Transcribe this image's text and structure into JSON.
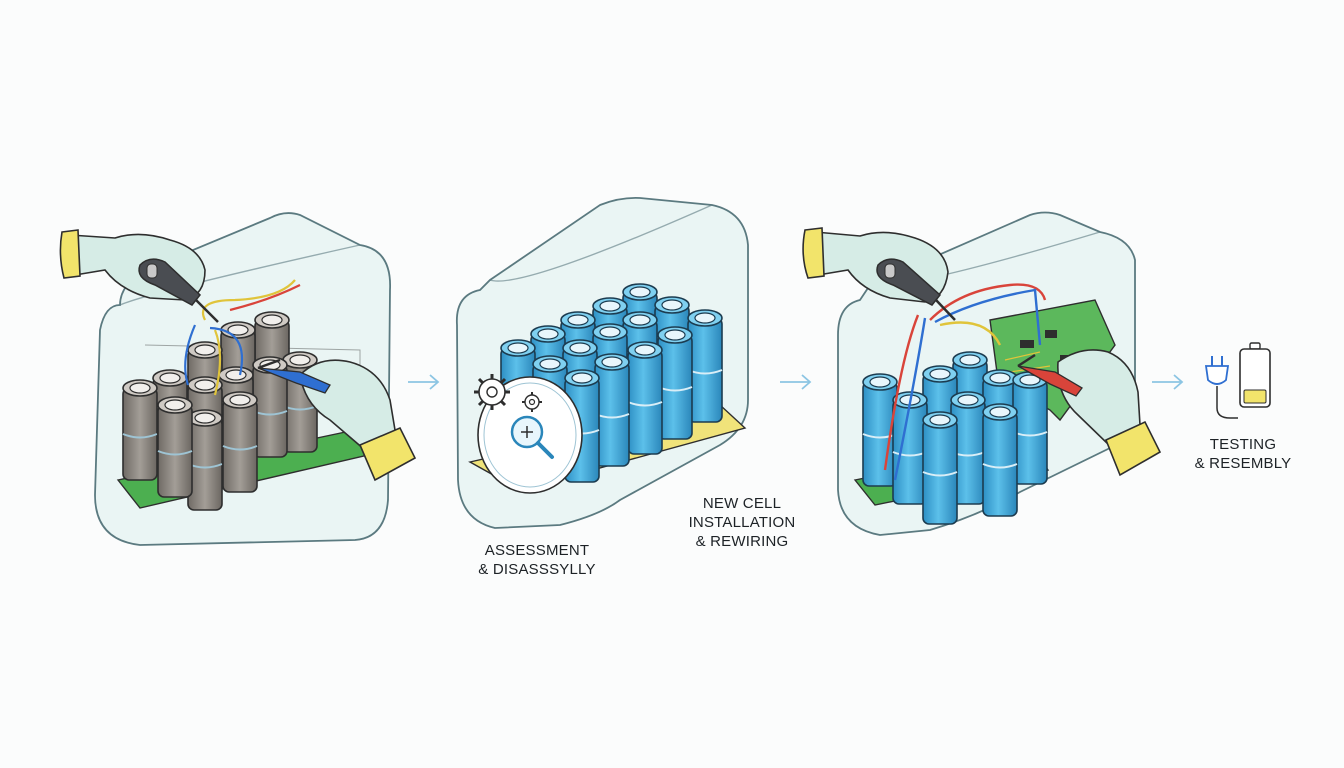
{
  "steps": [
    {
      "label_lines": [
        "ASSESSMENT",
        "& DISASSSYLLY"
      ]
    },
    {
      "label_lines": [
        "NEW CELL",
        "INSTALLATION",
        "& REWIRING"
      ]
    },
    {
      "label_lines": [
        "TESTING",
        "& RESEMBLY"
      ]
    }
  ],
  "icons": {
    "step1": [
      "gloved-hand-icon",
      "soldering-iron-icon",
      "pliers-icon",
      "old-battery-cells-icon"
    ],
    "step2": [
      "new-battery-cells-icon",
      "gear-icon",
      "magnifier-icon"
    ],
    "step3": [
      "gloved-hand-icon",
      "soldering-iron-icon",
      "pliers-icon",
      "circuit-board-icon"
    ],
    "step4": [
      "plug-icon",
      "battery-level-icon"
    ],
    "arrows": "arrow-right-icon"
  },
  "colors": {
    "casing_fill": "#e6f3f2",
    "casing_stroke": "#5b7a80",
    "old_cell": "#8f8a84",
    "new_cell": "#3fa9d8",
    "circuit_board": "#4caf50",
    "glove": "#d6ece6",
    "cuff": "#f2e46b",
    "arrow": "#8cc5e3",
    "wire_red": "#d9443a",
    "wire_blue": "#2f6fd1",
    "wire_yellow": "#e0c43a"
  }
}
